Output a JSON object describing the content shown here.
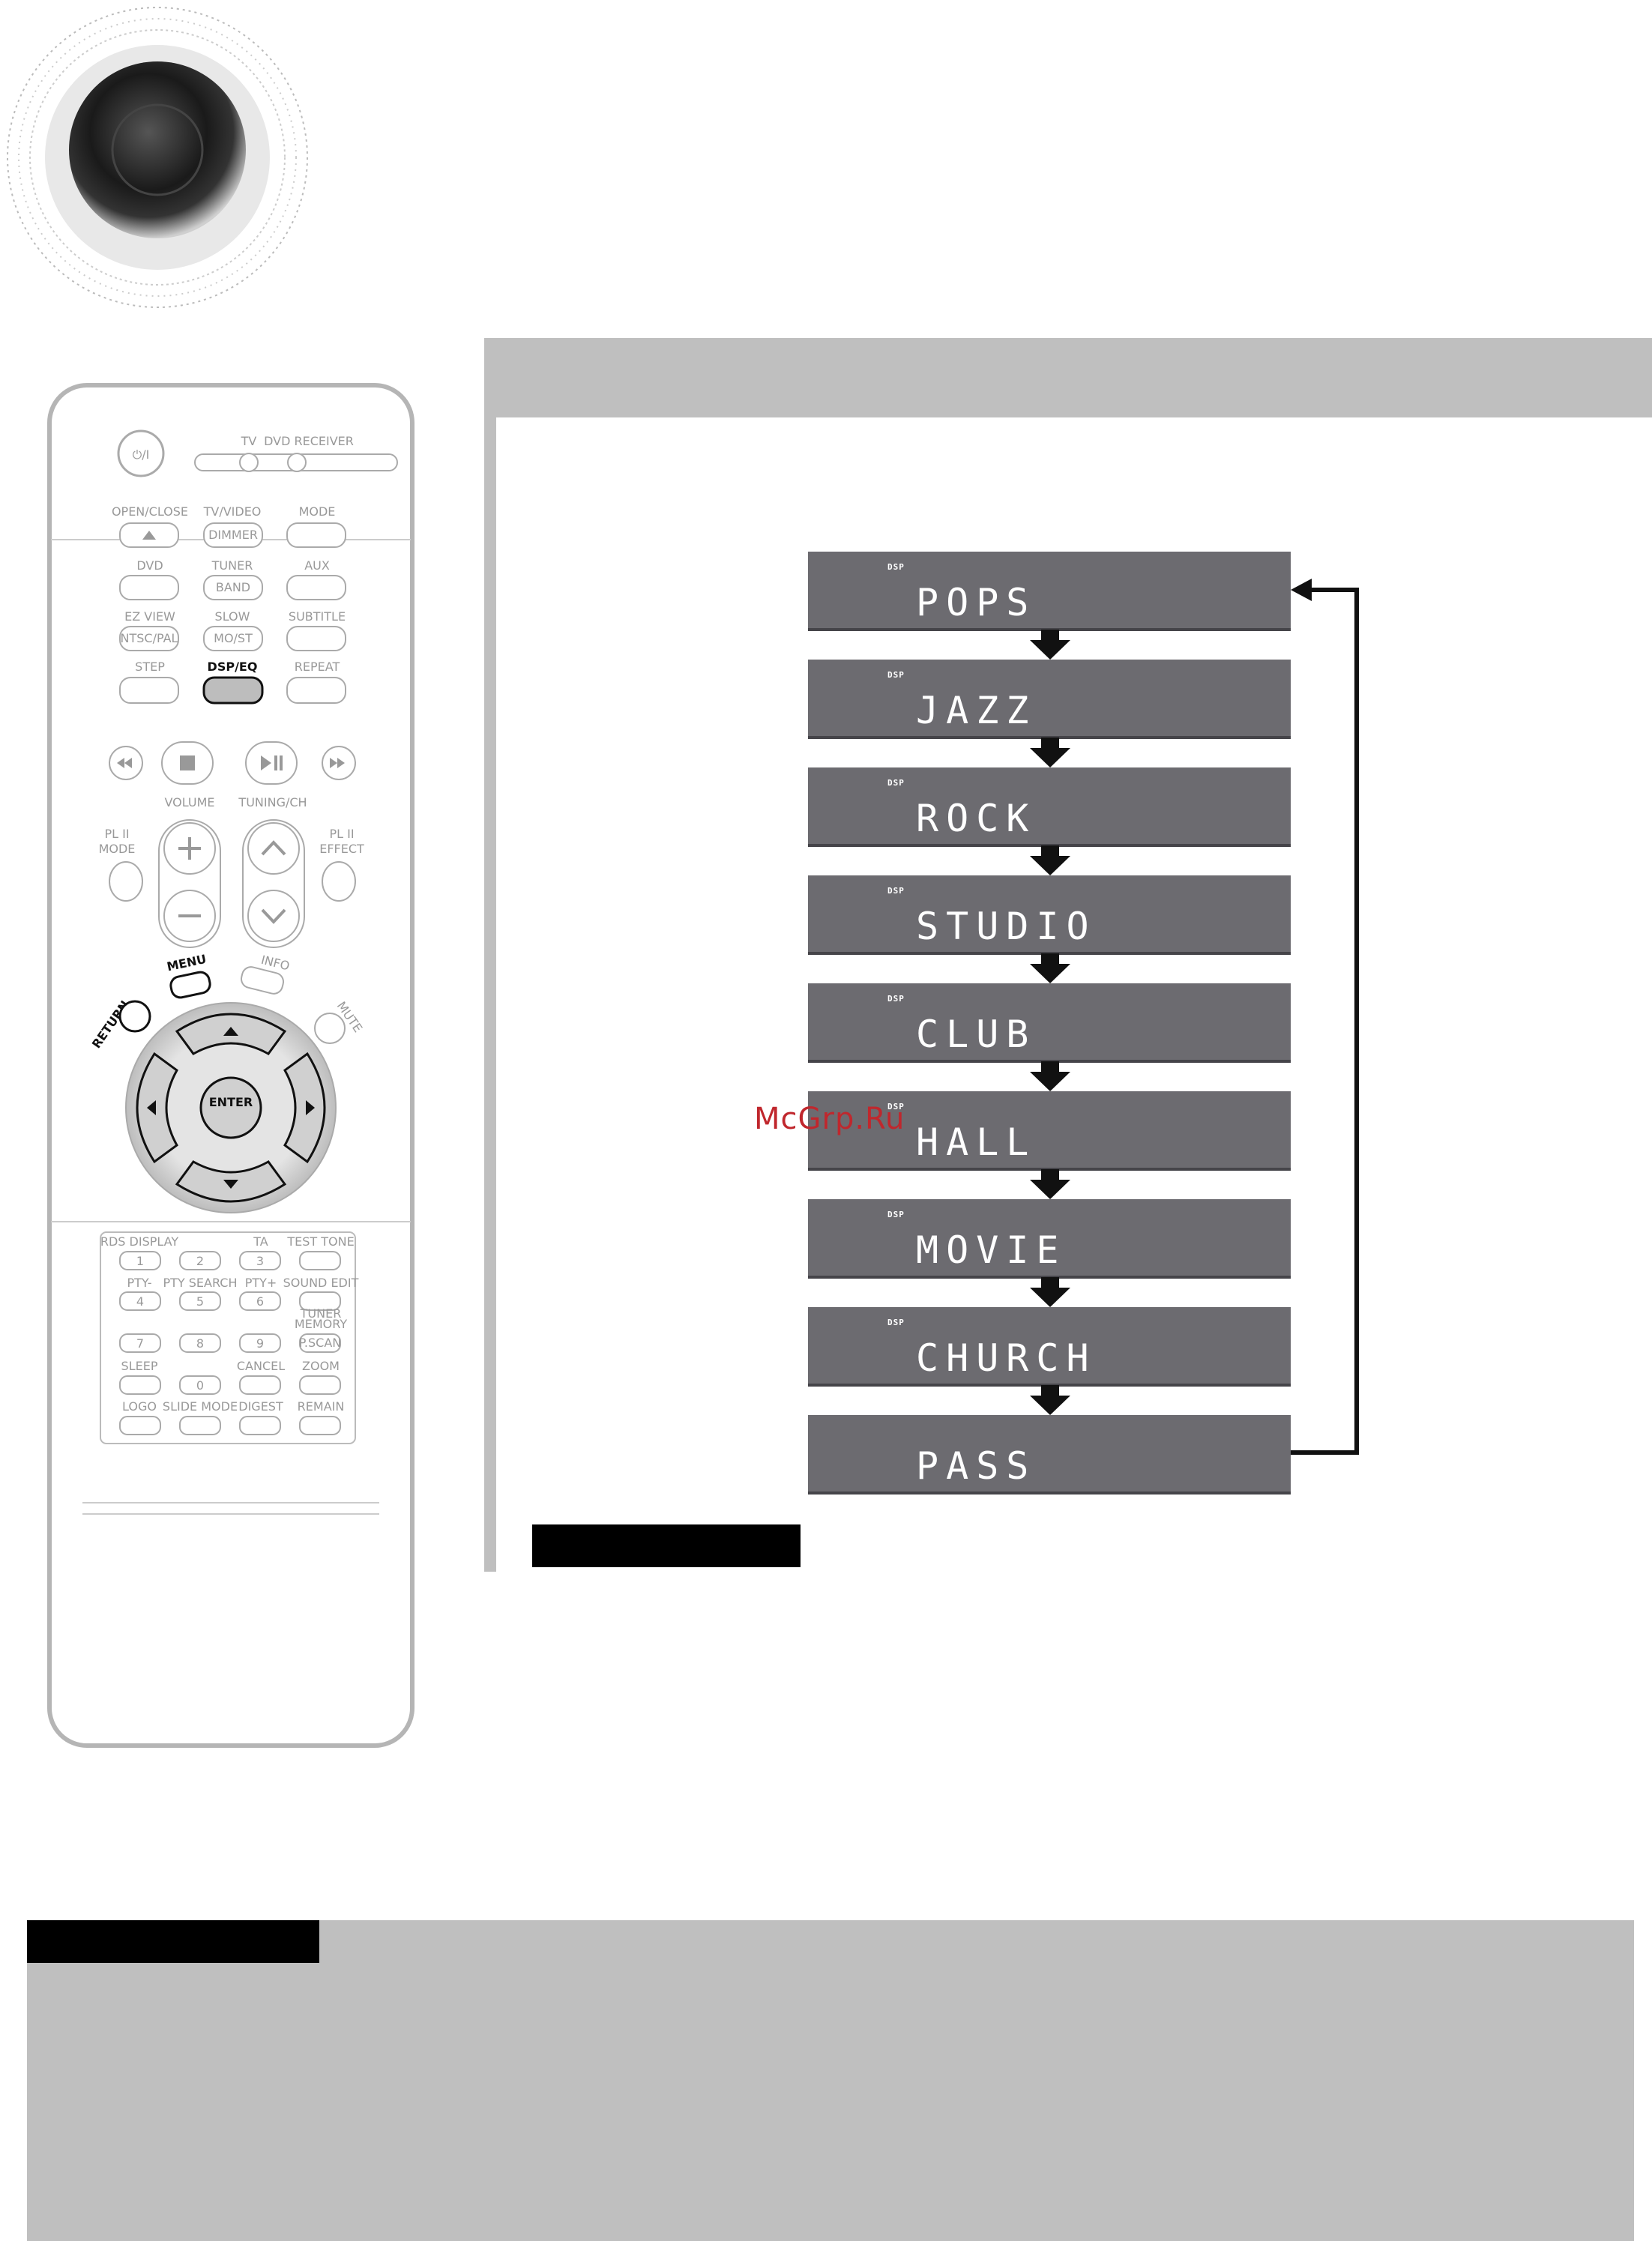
{
  "logo": {
    "icon": "speaker-icon"
  },
  "watermark": "McGrp.Ru",
  "display": {
    "indicator": "DSP",
    "modes": [
      "POPS",
      "JAZZ",
      "ROCK",
      "STUDIO",
      "CLUB",
      "HALL",
      "MOVIE",
      "CHURCH",
      "PASS"
    ]
  },
  "remote": {
    "power": "⏻/I",
    "tv": "TV",
    "dvd_receiver": "DVD RECEIVER",
    "open_close": "OPEN/CLOSE",
    "tv_video": "TV/VIDEO",
    "dimmer": "DIMMER",
    "mode": "MODE",
    "dvd": "DVD",
    "tuner": "TUNER",
    "band": "BAND",
    "aux": "AUX",
    "ez_view": "EZ VIEW",
    "ntsc_pal": "NTSC/PAL",
    "slow": "SLOW",
    "mo_st": "MO/ST",
    "subtitle": "SUBTITLE",
    "step": "STEP",
    "dsp_eq": "DSP/EQ",
    "repeat": "REPEAT",
    "volume": "VOLUME",
    "tuning_ch": "TUNING/CH",
    "pl2_mode_a": "PL II",
    "pl2_mode_b": "MODE",
    "pl2_effect_a": "PL II",
    "pl2_effect_b": "EFFECT",
    "menu": "MENU",
    "info": "INFO",
    "return": "RETURN",
    "mute": "MUTE",
    "enter": "ENTER",
    "rds_display": "RDS DISPLAY",
    "ta": "TA",
    "test_tone": "TEST TONE",
    "pty_minus": "PTY-",
    "pty_search": "PTY SEARCH",
    "pty_plus": "PTY+",
    "sound_edit": "SOUND EDIT",
    "tuner_memory_a": "TUNER",
    "tuner_memory_b": "MEMORY",
    "p_scan": "P.SCAN",
    "sleep": "SLEEP",
    "cancel": "CANCEL",
    "zoom": "ZOOM",
    "logo": "LOGO",
    "slide_mode": "SLIDE MODE",
    "digest": "DIGEST",
    "remain": "REMAIN",
    "digits": [
      "1",
      "2",
      "3",
      "4",
      "5",
      "6",
      "7",
      "8",
      "9",
      "0"
    ]
  }
}
